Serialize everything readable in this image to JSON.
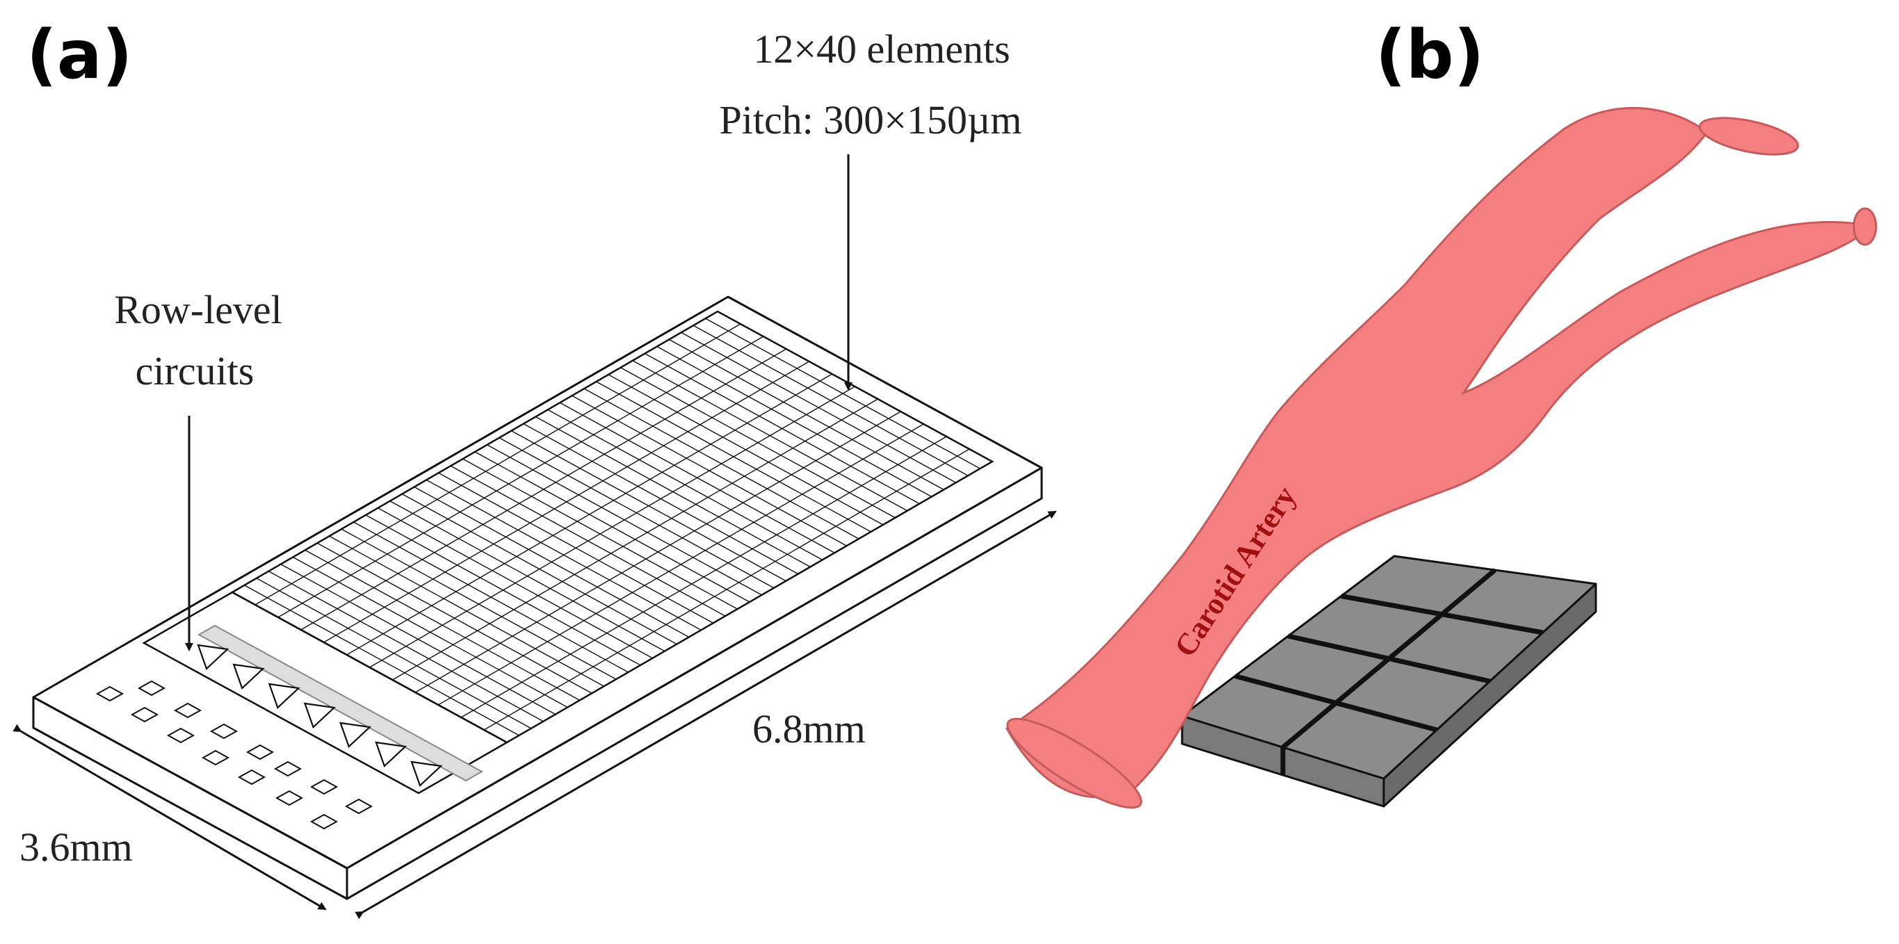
{
  "panels": {
    "a": {
      "label": "(a)",
      "annotation_elements_line1": "12×40 elements",
      "annotation_elements_line2": "Pitch: 300×150µm",
      "annotation_circuits_line1": "Row-level",
      "annotation_circuits_line2": "circuits",
      "dimension_length": "6.8mm",
      "dimension_width": "3.6mm"
    },
    "b": {
      "label": "(b)",
      "artery_label": "Carotid Artery"
    }
  },
  "colors": {
    "line": "#111111",
    "artery_fill": "#f47f80",
    "artery_stroke": "#c85a5c",
    "block_top": "#8a8a8a",
    "block_side": "#6e6e6e",
    "block_front": "#7a7a7a",
    "circuit_strip": "#dddddd"
  }
}
